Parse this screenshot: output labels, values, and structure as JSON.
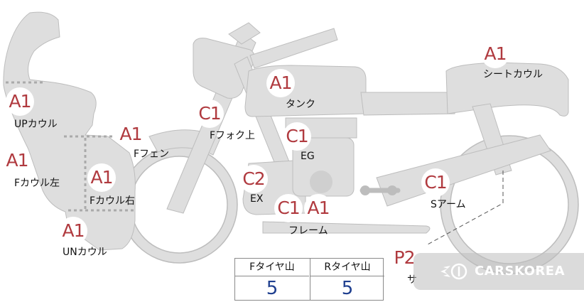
{
  "colors": {
    "body": "#dedede",
    "outline": "#bdbdbd",
    "badge_text": "#b03a3f",
    "value_text": "#1f3f8f"
  },
  "parts": [
    {
      "id": "up-cowl",
      "grade": "A1",
      "label": "UPカウル"
    },
    {
      "id": "f-cowl-left",
      "grade": "A1",
      "label": "Fカウル左"
    },
    {
      "id": "f-cowl-right",
      "grade": "A1",
      "label": "Fカウル右"
    },
    {
      "id": "un-cowl",
      "grade": "A1",
      "label": "UNカウル"
    },
    {
      "id": "f-fender",
      "grade": "A1",
      "label": "Fフェン"
    },
    {
      "id": "f-fork-upper",
      "grade": "C1",
      "label": "Fフォク上"
    },
    {
      "id": "tank",
      "grade": "A1",
      "label": "タンク"
    },
    {
      "id": "engine",
      "grade": "C1",
      "label": "EG"
    },
    {
      "id": "exhaust",
      "grade": "C2",
      "label": "EX"
    },
    {
      "id": "frame-c",
      "grade": "C1",
      "label": "フレーム"
    },
    {
      "id": "frame-a",
      "grade": "A1",
      "label": ""
    },
    {
      "id": "swingarm",
      "grade": "C1",
      "label": "Sアーム"
    },
    {
      "id": "seat-cowl",
      "grade": "A1",
      "label": "シートカウル"
    },
    {
      "id": "muffler",
      "grade": "P2",
      "label": "サ"
    }
  ],
  "tire_table": {
    "headers": [
      "Fタイヤ山",
      "Rタイヤ山"
    ],
    "values": [
      "5",
      "5"
    ]
  },
  "watermark": {
    "text": "CARSKOREA",
    "icon": "carskorea-logo-icon"
  }
}
